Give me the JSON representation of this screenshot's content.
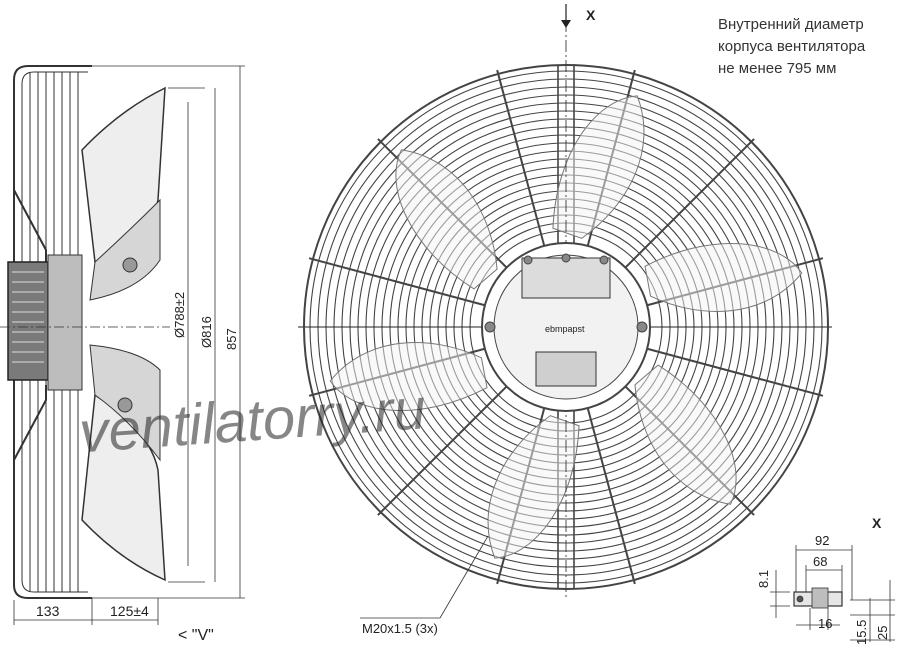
{
  "note": {
    "line1": "Внутренний диаметр",
    "line2": "корпуса вентилятора",
    "line3": "не менее 795 мм"
  },
  "section_marks": {
    "top": "X",
    "detail": "X"
  },
  "view_label": "< \"V\"",
  "dimensions": {
    "dia_blade": "Ø788±2",
    "dia_ring": "Ø816",
    "height_total": "857",
    "depth_front": "133",
    "depth_rear": "125±4",
    "thread": "M20x1.5 (3x)",
    "detail_92": "92",
    "detail_68": "68",
    "detail_8_1": "8.1",
    "detail_16": "16",
    "detail_15_5": "15.5",
    "detail_25": "25"
  },
  "brand_label": "ebmpapst",
  "watermark": "ventilatorry.ru",
  "colors": {
    "line": "#333333",
    "metal": "#555555",
    "fill_light": "#e9e9e9",
    "fill_dark": "#7a7a7a"
  }
}
